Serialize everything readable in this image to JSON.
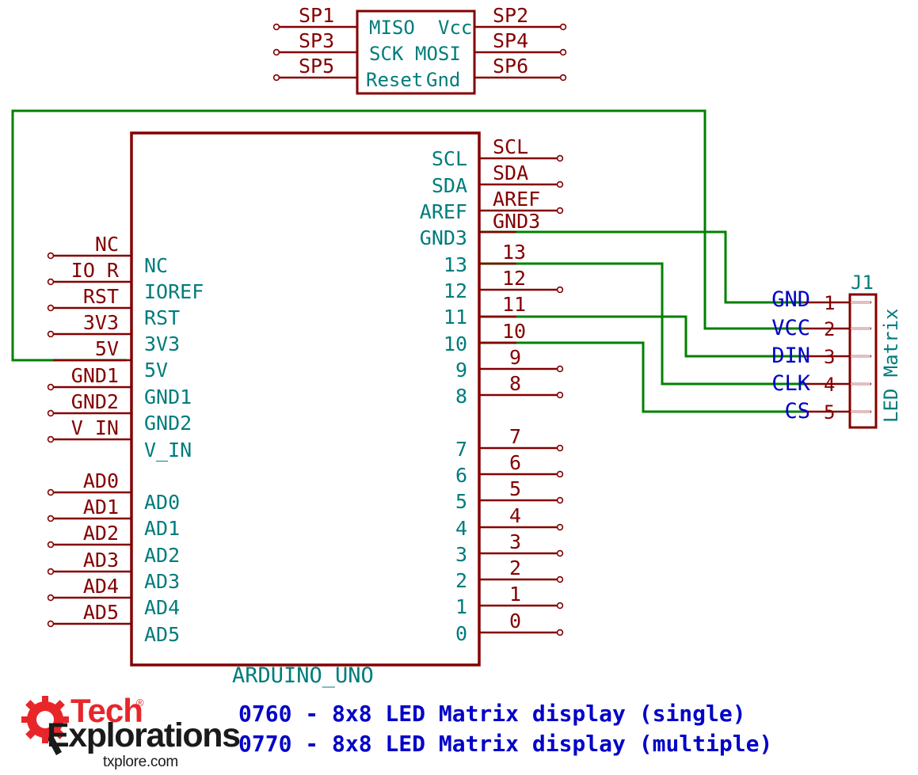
{
  "sheet": {
    "colors": {
      "wire_red": "#840000",
      "wire_green": "#008000",
      "pin_name_teal": "#007c7c",
      "label_blue": "#0000c8",
      "component_outline": "#840000",
      "background": "#ffffff"
    }
  },
  "spi_header": {
    "name": "spi-header",
    "pin_names": {
      "p1": "MISO",
      "p2": "Vcc",
      "p3": "SCK",
      "p4": "MOSI",
      "p5": "Reset",
      "p6": "Gnd"
    },
    "left_nets": [
      "SP1",
      "SP3",
      "SP5"
    ],
    "right_nets": [
      "SP2",
      "SP4",
      "SP6"
    ]
  },
  "arduino": {
    "value": "ARDUINO_UNO",
    "left_pins": [
      {
        "name": "NC",
        "net": "NC"
      },
      {
        "name": "IOREF",
        "net": "IO_R"
      },
      {
        "name": "RST",
        "net": "RST"
      },
      {
        "name": "3V3",
        "net": "3V3"
      },
      {
        "name": "5V",
        "net": "5V"
      },
      {
        "name": "GND1",
        "net": "GND1"
      },
      {
        "name": "GND2",
        "net": "GND2"
      },
      {
        "name": "V_IN",
        "net": "V_IN"
      },
      {
        "name": "AD0",
        "net": "AD0"
      },
      {
        "name": "AD1",
        "net": "AD1"
      },
      {
        "name": "AD2",
        "net": "AD2"
      },
      {
        "name": "AD3",
        "net": "AD3"
      },
      {
        "name": "AD4",
        "net": "AD4"
      },
      {
        "name": "AD5",
        "net": "AD5"
      }
    ],
    "right_pins": [
      {
        "name": "SCL",
        "net": "SCL"
      },
      {
        "name": "SDA",
        "net": "SDA"
      },
      {
        "name": "AREF",
        "net": "AREF"
      },
      {
        "name": "GND3",
        "net": "GND3"
      },
      {
        "name": "13",
        "net": "13"
      },
      {
        "name": "12",
        "net": "12"
      },
      {
        "name": "11",
        "net": "11"
      },
      {
        "name": "10",
        "net": "10"
      },
      {
        "name": "9",
        "net": "9"
      },
      {
        "name": "8",
        "net": "8"
      },
      {
        "name": "7",
        "net": "7"
      },
      {
        "name": "6",
        "net": "6"
      },
      {
        "name": "5",
        "net": "5"
      },
      {
        "name": "4",
        "net": "4"
      },
      {
        "name": "3",
        "net": "3"
      },
      {
        "name": "2",
        "net": "2"
      },
      {
        "name": "1",
        "net": "1"
      },
      {
        "name": "0",
        "net": "0"
      }
    ]
  },
  "led_matrix_connector": {
    "reference": "J1",
    "value": "LED Matrix",
    "pins": [
      {
        "number": "1",
        "label": "GND"
      },
      {
        "number": "2",
        "label": "VCC"
      },
      {
        "number": "3",
        "label": "DIN"
      },
      {
        "number": "4",
        "label": "CLK"
      },
      {
        "number": "5",
        "label": "CS"
      }
    ]
  },
  "connections": [
    {
      "from": "GND3",
      "to": "J1.1 GND"
    },
    {
      "from": "5V",
      "to": "J1.2 VCC"
    },
    {
      "from": "11",
      "to": "J1.3 DIN"
    },
    {
      "from": "13",
      "to": "J1.4 CLK"
    },
    {
      "from": "10",
      "to": "J1.5 CS"
    }
  ],
  "title": {
    "line1": "0760 - 8x8 LED Matrix display (single)",
    "line2": "0770 - 8x8 LED Matrix display (multiple)"
  },
  "logo": {
    "brand_part1": "Tech",
    "registered": "®",
    "brand_part2": "Explorations",
    "url": "txplore.com"
  }
}
